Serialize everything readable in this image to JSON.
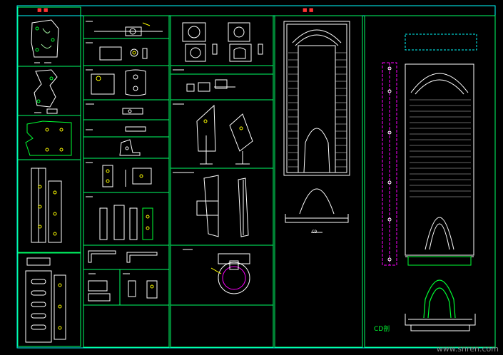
{
  "drawing": {
    "header_left": "■ ■",
    "header_mid": "■ ■",
    "annotation_circle": "CD",
    "section_caption": "CD剖",
    "watermark": "www.snren.com"
  },
  "colors": {
    "background": "#000000",
    "frame": "#00ffff",
    "panel": "#00ff66",
    "part": "#ffffff",
    "accent": "#ff00ff",
    "header": "#ff3333",
    "highlight": "#00ff33",
    "yellow": "#ffff00"
  }
}
